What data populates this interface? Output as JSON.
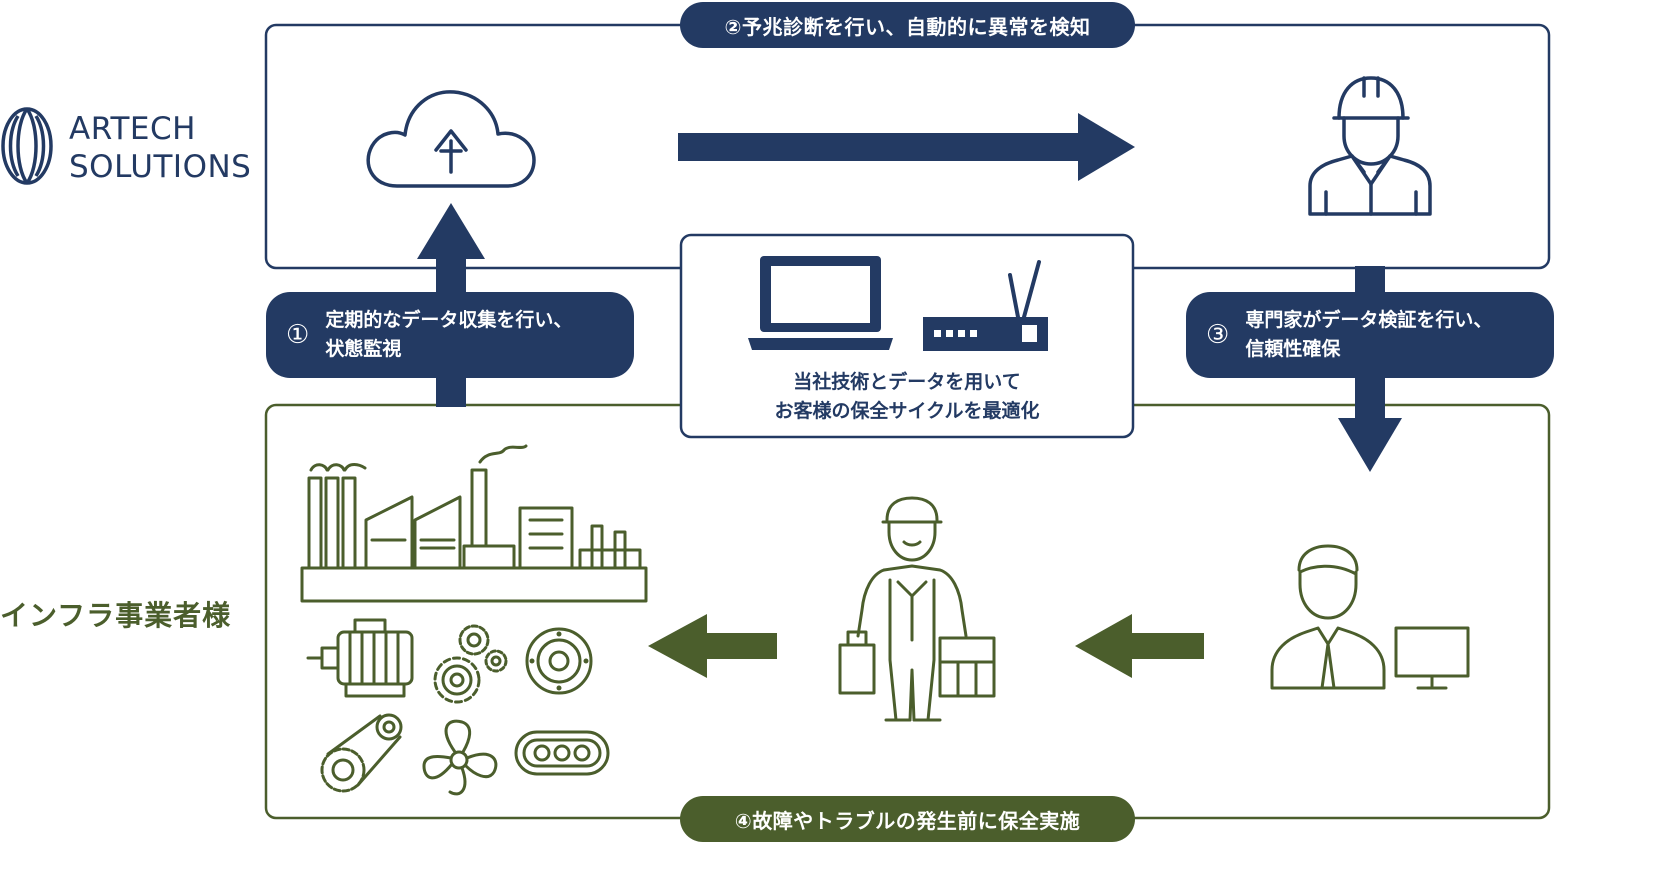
{
  "brand": {
    "line1": "ARTECH",
    "line2": "SOLUTIONS"
  },
  "customer_label": "インフラ事業者様",
  "top_banner": "②予兆診断を行い、自動的に異常を検知",
  "bottom_banner": "④故障やトラブルの発生前に保全実施",
  "step1": {
    "number": "①",
    "line1": "定期的なデータ収集を行い、",
    "line2": "状態監視"
  },
  "step3": {
    "number": "③",
    "line1": "専門家がデータ検証を行い、",
    "line2": "信頼性確保"
  },
  "center": {
    "line1": "当社技術とデータを用いて",
    "line2": "お客様の保全サイクルを最適化"
  },
  "colors": {
    "navy": "#233a63",
    "green": "#4b5e2c",
    "white": "#ffffff"
  },
  "icons": [
    "artech-logo-icon",
    "cloud-upload-icon",
    "engineer-hardhat-icon",
    "laptop-icon",
    "router-icon",
    "factory-icon",
    "motor-icon",
    "gears-icon",
    "bearing-icon",
    "belt-pulley-icon",
    "fan-icon",
    "chain-icon",
    "maintenance-worker-icon",
    "analyst-computer-icon"
  ]
}
